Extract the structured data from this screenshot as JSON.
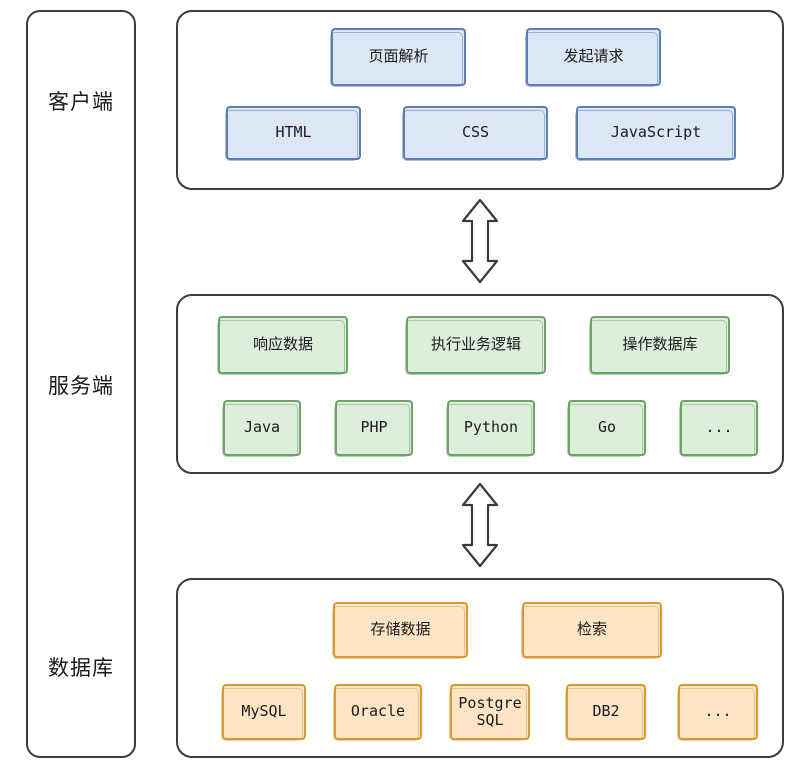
{
  "diagram": {
    "title": "Web architecture tiers",
    "colors": {
      "client_fill": "#dce6f4",
      "client_stroke": "#5b7fb4",
      "server_fill": "#ddeedd",
      "server_stroke": "#6aa564",
      "db_fill": "#fde4c4",
      "db_stroke": "#d89a34",
      "outline": "#3b3b3b"
    },
    "side_labels": [
      "客户端",
      "服务端",
      "数据库"
    ],
    "tiers": [
      {
        "name": "client",
        "row1": [
          "页面解析",
          "发起请求"
        ],
        "row2": [
          "HTML",
          "CSS",
          "JavaScript"
        ]
      },
      {
        "name": "server",
        "row1": [
          "响应数据",
          "执行业务逻辑",
          "操作数据库"
        ],
        "row2": [
          "Java",
          "PHP",
          "Python",
          "Go",
          "..."
        ]
      },
      {
        "name": "database",
        "row1": [
          "存储数据",
          "检索"
        ],
        "row2": [
          "MySQL",
          "Oracle",
          "Postgre SQL",
          "DB2",
          "..."
        ]
      }
    ],
    "connectors": [
      "double-arrow-vertical",
      "double-arrow-vertical"
    ]
  }
}
